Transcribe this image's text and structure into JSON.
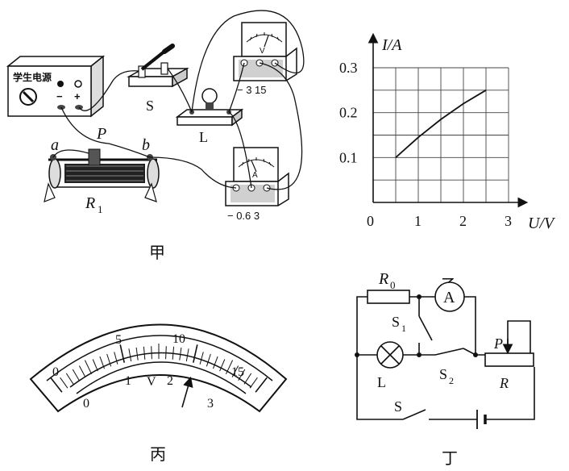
{
  "panel_jia": {
    "caption": "甲",
    "power_supply_label": "学生电源",
    "power_minus": "−",
    "power_plus": "+",
    "switch_label": "S",
    "lamp_label": "L",
    "slider_label": "P",
    "end_a": "a",
    "end_b": "b",
    "rheostat_label": "R",
    "rheostat_sub": "1",
    "voltmeter_letter": "V",
    "voltmeter_terminals": "−   3  15",
    "ammeter_letter": "A",
    "ammeter_terminals": "−  0.6  3"
  },
  "panel_yi": {
    "caption": "乙",
    "y_axis_label": "I/A",
    "x_axis_label": "U/V",
    "origin": "0",
    "x_ticks": [
      "1",
      "2",
      "3"
    ],
    "y_ticks": [
      "0.1",
      "0.2",
      "0.3"
    ]
  },
  "chart_data": {
    "type": "line",
    "xlabel": "U/V",
    "ylabel": "I/A",
    "xlim": [
      0,
      3
    ],
    "ylim": [
      0,
      0.3
    ],
    "grid": true,
    "x_tick_labels": [
      "0",
      "1",
      "2",
      "3"
    ],
    "y_tick_labels": [
      "0.1",
      "0.2",
      "0.3"
    ],
    "series": [
      {
        "x": [
          0.5,
          1.0,
          1.5,
          2.0,
          2.5
        ],
        "y": [
          0.1,
          0.145,
          0.185,
          0.22,
          0.25
        ]
      }
    ]
  },
  "panel_bing": {
    "caption": "丙",
    "upper_scale_labels": [
      "0",
      "5",
      "10",
      "15"
    ],
    "lower_scale_labels": [
      "0",
      "1",
      "2",
      "3"
    ],
    "unit_letter": "V",
    "needle_reading": 2.4
  },
  "panel_ding": {
    "caption": "丁",
    "r0_label": "R",
    "r0_sub": "0",
    "ammeter_letter": "A",
    "s1_label": "S",
    "s1_sub": "1",
    "s2_label": "S",
    "s2_sub": "2",
    "lamp_label": "L",
    "switch_label": "S",
    "slider_label": "P",
    "rheostat_label": "R"
  }
}
